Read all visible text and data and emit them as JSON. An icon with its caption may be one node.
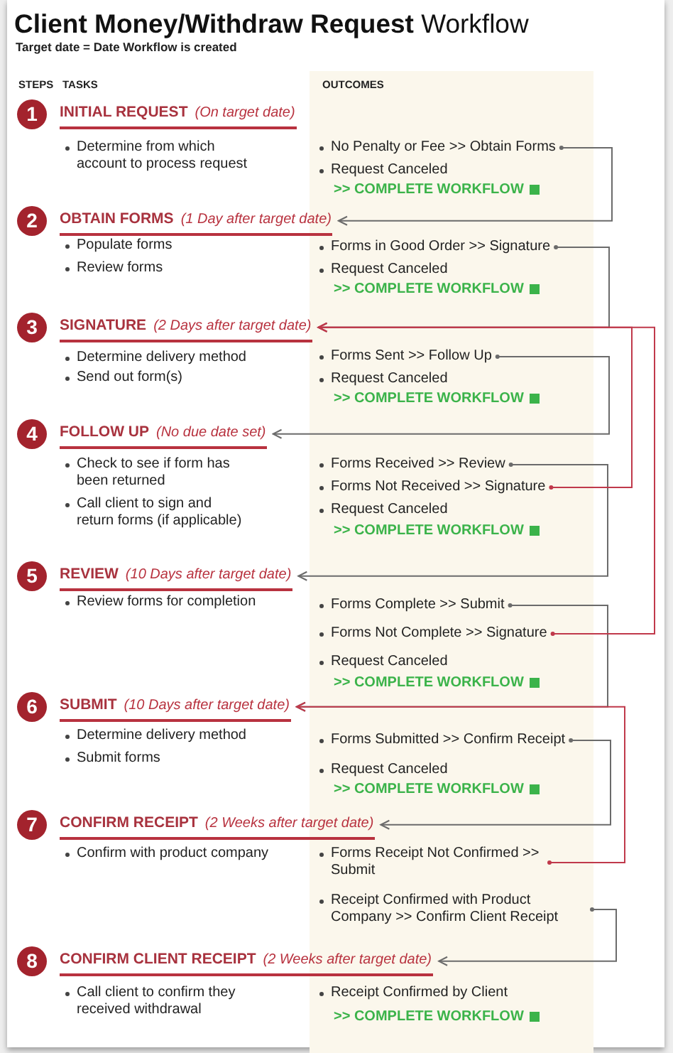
{
  "diagram": {
    "title": "**Client Money/Withdraw Request** Workflow",
    "caption": "Target date = Date Workflow is created",
    "nodes": [
      {
        "text": [
          "OUTCOMES"
        ]
      },
      {
        "text": [
          "1"
        ]
      },
      {
        "text": [
          "INITIAL REQUEST",
          "(On target date)"
        ]
      },
      {
        "text": [
          "No Penalty or Fee >> Obtain Forms"
        ],
        "in": 0
      },
      {
        "text": [
          "2"
        ]
      },
      {
        "text": [
          "OBTAIN FORMS",
          "(1 Day after target date)"
        ]
      },
      {
        "text": [
          "Forms in Good Order >> Signature"
        ],
        "in": 0
      },
      {
        "text": [
          "3"
        ]
      },
      {
        "text": [
          "SIGNATURE",
          "(2 Days after target date)"
        ]
      },
      {
        "text": [
          "Forms Sent >> Follow Up"
        ],
        "in": 0
      },
      {
        "text": [
          "4"
        ]
      },
      {
        "text": [
          "FOLLOW UP",
          "(No due date set)"
        ]
      },
      {
        "text": [
          "Forms Received >> Review"
        ],
        "in": 0
      },
      {
        "text": [
          "Forms Not Received >> Signature"
        ],
        "in": 0
      },
      {
        "text": [
          "5"
        ]
      },
      {
        "text": [
          "REVIEW",
          "(10 Days after target date)"
        ]
      },
      {
        "text": [
          "Forms Complete >> Submit"
        ],
        "in": 0
      },
      {
        "text": [
          "Forms Not Complete >> Signature"
        ],
        "in": 0
      },
      {
        "text": [
          "6"
        ]
      },
      {
        "text": [
          "SUBMIT",
          "(10 Days after target date)"
        ]
      },
      {
        "text": [
          "Forms Submitted >> Confirm Receipt"
        ],
        "in": 0
      },
      {
        "text": [
          "7"
        ]
      },
      {
        "text": [
          "CONFIRM RECEIPT",
          "(2 Weeks after target date)"
        ]
      },
      {
        "text": [
          "Forms Receipt Not Confirmed >> Submit"
        ],
        "in": 0
      },
      {
        "text": [
          "Receipt Confirmed with Product Company >> Confirm Client Receipt"
        ],
        "in": 0
      },
      {
        "text": [
          "8"
        ]
      },
      {
        "text": [
          "CONFIRM CLIENT RECEIPT",
          "(2 Weeks after target date)"
        ]
      }
    ],
    "edges": [
      {
        "from": 3,
        "to": 5,
        "arrow": "to"
      },
      {
        "from": 6,
        "to": 8,
        "arrow": "to"
      },
      {
        "from": 9,
        "to": 11,
        "arrow": "to"
      },
      {
        "from": 12,
        "to": 15,
        "arrow": "to"
      },
      {
        "from": 13,
        "to": 8,
        "arrow": "to",
        "color": "#c0394b"
      },
      {
        "from": 16,
        "to": 19,
        "arrow": "to"
      },
      {
        "from": 17,
        "to": 8,
        "arrow": "to",
        "color": "#c0394b"
      },
      {
        "from": 20,
        "to": 22,
        "arrow": "to"
      },
      {
        "from": 23,
        "to": 19,
        "arrow": "to",
        "color": "#c0394b"
      },
      {
        "from": 24,
        "to": 26,
        "arrow": "to"
      }
    ],
    "labels": [
      "STEPS",
      "TASKS",
      "Determine from which account to process request",
      "Request Canceled",
      ">> COMPLETE WORKFLOW",
      "Populate forms",
      "Review forms",
      "Request Canceled",
      ">> COMPLETE WORKFLOW",
      "Determine delivery method",
      "Send out form(s)",
      "Request Canceled",
      ">> COMPLETE WORKFLOW",
      "Check to see if form has been returned",
      "Call client to sign and return forms (if applicable)",
      "Request Canceled",
      ">> COMPLETE WORKFLOW",
      "Review forms for completion",
      "Request Canceled",
      ">> COMPLETE WORKFLOW",
      "Determine delivery method",
      "Submit forms",
      "Request Canceled",
      ">> COMPLETE WORKFLOW",
      "Confirm with product company",
      "Call client to confirm they received withdrawal",
      "Receipt Confirmed by Client",
      ">> COMPLETE WORKFLOW"
    ]
  }
}
